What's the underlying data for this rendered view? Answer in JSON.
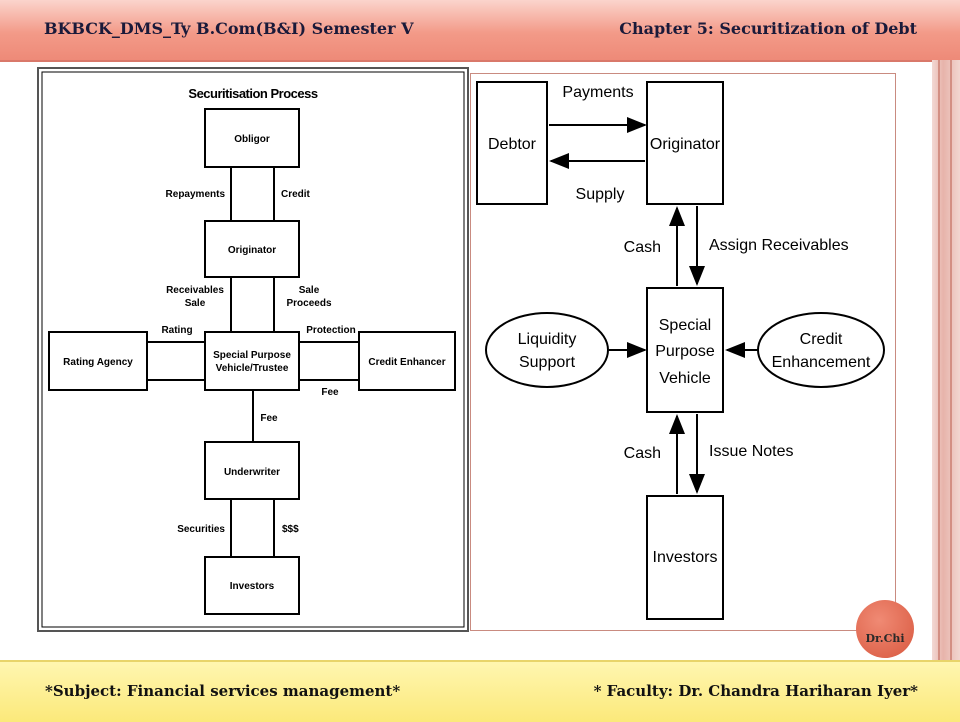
{
  "header": {
    "left_title": "BKBCK_DMS_Ty B.Com(B&I) Semester V",
    "right_title": "Chapter 5: Securitization of Debt"
  },
  "footer": {
    "subject": "*Subject: Financial services management*",
    "faculty": "* Faculty: Dr. Chandra Hariharan Iyer*"
  },
  "badge": {
    "label": "Dr.Chi"
  },
  "left_diagram": {
    "title": "Securitisation Process",
    "boxes": {
      "obligor": "Obligor",
      "originator": "Originator",
      "rating_agency": "Rating Agency",
      "spv_line1": "Special Purpose",
      "spv_line2": "Vehicle/Trustee",
      "credit_enhancer": "Credit Enhancer",
      "underwriter": "Underwriter",
      "investors": "Investors"
    },
    "labels": {
      "repayments": "Repayments",
      "credit": "Credit",
      "receivables_1": "Receivables",
      "receivables_2": "Sale",
      "sale_1": "Sale",
      "sale_2": "Proceeds",
      "rating": "Rating",
      "protection": "Protection",
      "fee_right": "Fee",
      "fee_down": "Fee",
      "securities": "Securities",
      "dollars": "$$$"
    }
  },
  "right_diagram": {
    "boxes": {
      "debtor": "Debtor",
      "originator": "Originator",
      "spv_line1": "Special",
      "spv_line2": "Purpose",
      "spv_line3": "Vehicle",
      "investors": "Investors"
    },
    "ellipses": {
      "liquidity_line1": "Liquidity",
      "liquidity_line2": "Support",
      "credit_line1": "Credit",
      "credit_line2": "Enhancement"
    },
    "labels": {
      "payments": "Payments",
      "supply": "Supply",
      "cash_top": "Cash",
      "assign": "Assign Receivables",
      "cash_bottom": "Cash",
      "issue_notes": "Issue Notes"
    }
  }
}
